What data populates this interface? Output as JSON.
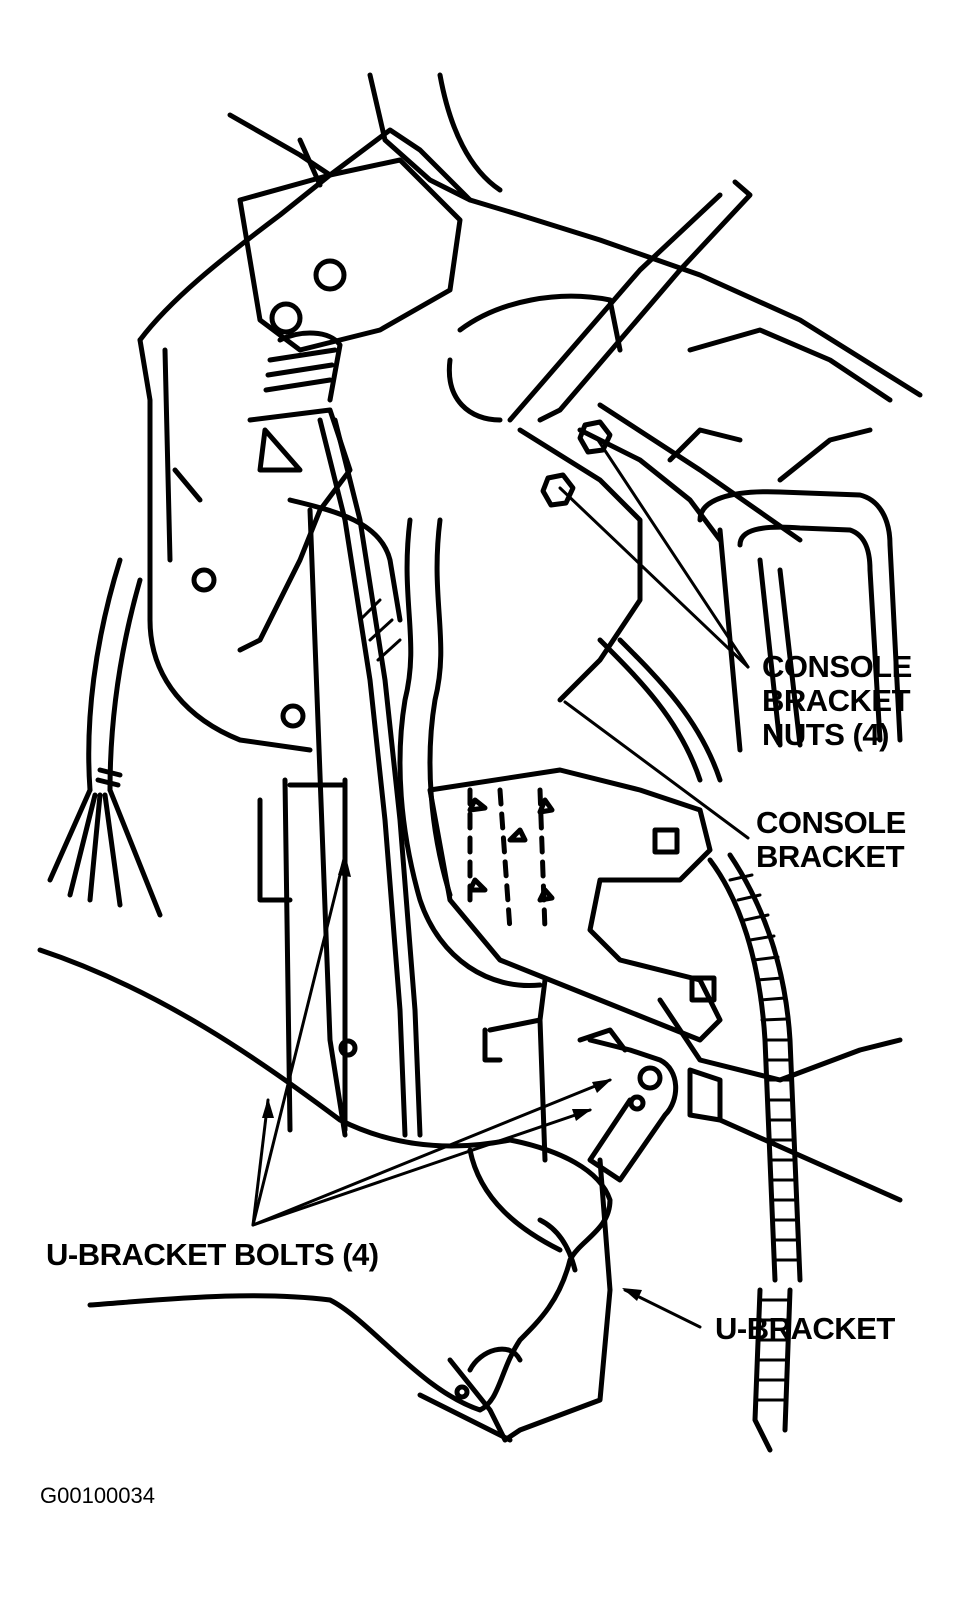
{
  "labels": {
    "console_bracket_nuts": [
      "CONSOLE",
      "BRACKET",
      "NUTS (4)"
    ],
    "console_bracket": [
      "CONSOLE",
      "BRACKET"
    ],
    "u_bracket_bolts": "U-BRACKET BOLTS (4)",
    "u_bracket": "U-BRACKET"
  },
  "figure_code": "G00100034",
  "colors": {
    "ink": "#000000",
    "paper": "#ffffff"
  }
}
